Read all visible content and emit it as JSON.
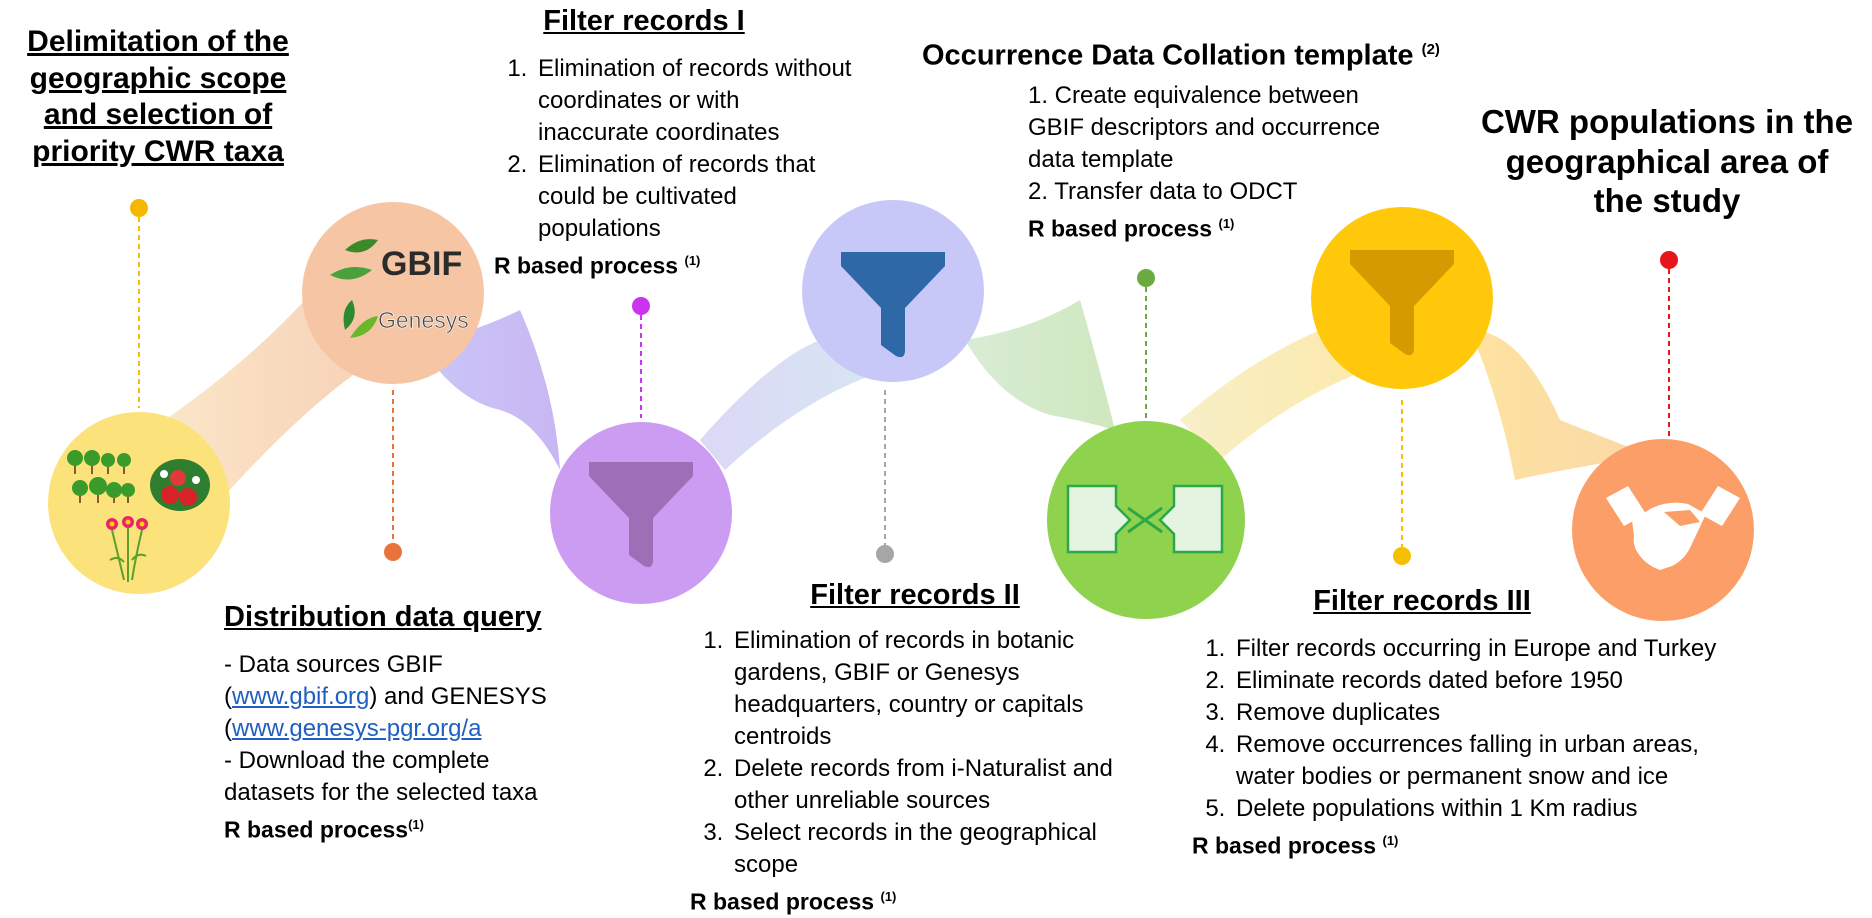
{
  "colors": {
    "stage1": "#fbe27a",
    "stage2": "#f6c6a4",
    "stage3": "#cc9cf2",
    "stage4": "#c8c8f8",
    "stage5": "#8fd24e",
    "stage6": "#ffc80a",
    "stage7": "#fb9e68",
    "dot1": "#f5b800",
    "dot2": "#e8743b",
    "dot3": "#cc33ee",
    "dot4": "#a6a6a6",
    "dot5": "#6aaa40",
    "dot6": "#f5c000",
    "dot7": "#e8141c"
  },
  "icons": [
    "trees-strawberry-flower-icon",
    "gbif-genesys-logo",
    "funnel-icon",
    "funnel-icon",
    "data-transfer-icon",
    "funnel-icon",
    "handshake-icon"
  ],
  "gbif_logo": {
    "gbif_text": "GBIF",
    "genesys_text": "Genesys"
  },
  "delimitation": {
    "title_l1": "Delimitation of  the",
    "title_l2": "geographic scope",
    "title_l3": "and selection of",
    "title_l4": "priority CWR taxa"
  },
  "distribution": {
    "title": "Distribution data query",
    "line1": "- Data sources GBIF",
    "line2_a": "(",
    "line2_link": "www.gbif.org",
    "line2_b": ") and GENESYS",
    "line3_a": "(",
    "line3_link": "www.genesys-pgr.org/a",
    "line4": "- Download the complete",
    "line5": "datasets for the selected taxa",
    "rbased": "R based process",
    "ref": "(1)"
  },
  "filter1": {
    "title": "Filter records I",
    "items": [
      "Elimination of records without  coordinates or with inaccurate coordinates",
      "Elimination of records that could be cultivated populations"
    ],
    "rbased": "R based process",
    "ref": "(1)"
  },
  "filter2": {
    "title": "Filter records II",
    "items": [
      "Elimination of records in botanic gardens, GBIF or Genesys headquarters, country  or capitals centroids",
      "Delete records from i-Naturalist and other unreliable sources",
      "Select records in the geographical scope"
    ],
    "rbased": "R based process",
    "ref": "(1)"
  },
  "odct": {
    "title": "Occurrence Data Collation template",
    "title_ref": "(2)",
    "line1": "1. Create equivalence between",
    "line2": "GBIF descriptors and occurrence",
    "line3": "data template",
    "line4": "2. Transfer data to ODCT",
    "rbased": "R based process",
    "ref": "(1)"
  },
  "filter3": {
    "title": "Filter records III",
    "items": [
      "Filter records occurring in Europe and Turkey",
      "Eliminate records dated before 1950",
      "Remove duplicates",
      "Remove occurrences falling in urban areas, water bodies or permanent snow and ice",
      "Delete populations within 1 Km radius"
    ],
    "rbased": "R based process",
    "ref": "(1)"
  },
  "final": {
    "line1": "CWR populations in the",
    "line2": "geographical area of",
    "line3": "the study"
  }
}
